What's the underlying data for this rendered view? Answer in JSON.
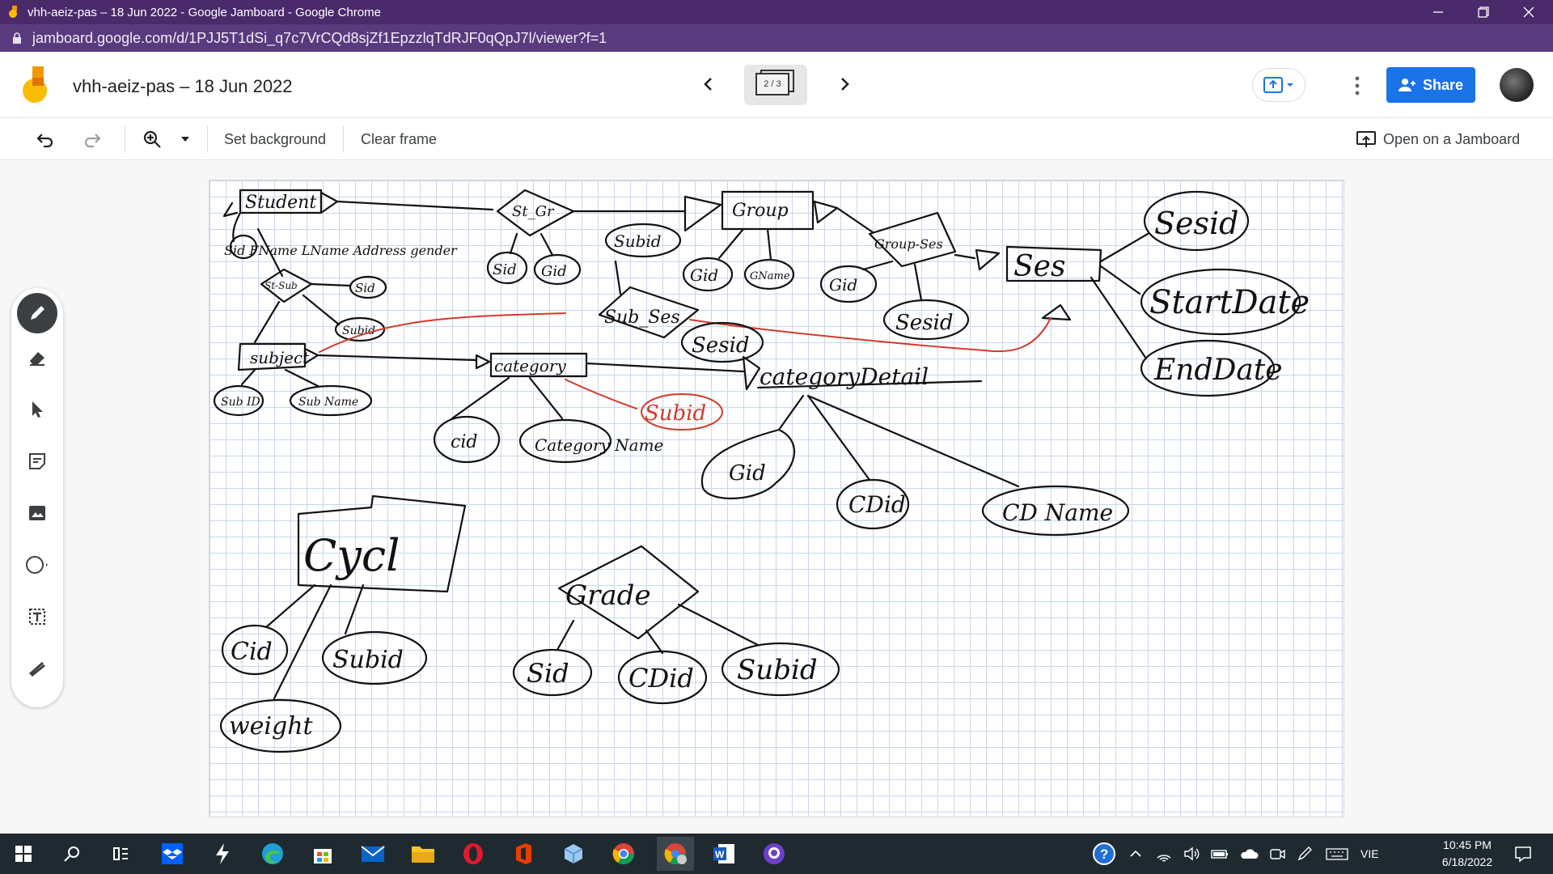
{
  "browser": {
    "window_title": "vhh-aeiz-pas – 18 Jun 2022 - Google Jamboard - Google Chrome",
    "url": "jamboard.google.com/d/1PJJ5T1dSi_q7c7VrCQd8sjZf1EpzzlqTdRJF0qQpJ7l/viewer?f=1"
  },
  "header": {
    "doc_title": "vhh-aeiz-pas – 18 Jun 2022",
    "frame_indicator": "2 / 3",
    "share_label": "Share"
  },
  "toolbar": {
    "set_background": "Set background",
    "clear_frame": "Clear frame",
    "open_on_jamboard": "Open on a Jamboard"
  },
  "board": {
    "handwriting": {
      "student": "Student",
      "student_attrs": "Sid FName LName Address gender",
      "st_sub": "St-Sub",
      "sid_a": "Sid",
      "subid_a": "Subid",
      "subject": "subject",
      "sub_id": "Sub ID",
      "sub_name": "Sub Name",
      "st_gr": "St_Gr",
      "sid_b": "Sid",
      "gid_a": "Gid",
      "subid_b": "Subid",
      "group": "Group",
      "gid_b": "Gid",
      "gname": "GName",
      "group_ses": "Group-Ses",
      "gid_c": "Gid",
      "sesid_a": "Sesid",
      "ses": "Ses",
      "sesid_b": "Sesid",
      "start_date": "StartDate",
      "end_date": "EndDate",
      "sub_ses": "Sub_Ses",
      "sesid_c": "Sesid",
      "category": "category",
      "cid": "cid",
      "category_name": "Category Name",
      "subid_red": "Subid",
      "category_detail": "categoryDetail",
      "gid_d": "Gid",
      "cdid": "CDid",
      "cd_name": "CD Name",
      "cycle": "Cycl",
      "cid_b": "Cid",
      "subid_c": "Subid",
      "weight": "weight",
      "grade": "Grade",
      "sid_c": "Sid",
      "cdid_b": "CDid",
      "subid_d": "Subid"
    }
  },
  "taskbar": {
    "language": "VIE",
    "time": "10:45 PM",
    "date": "6/18/2022"
  },
  "colors": {
    "titlebar": "#4a2a6b",
    "urlbar": "#5a3a7e",
    "share": "#1a73e8",
    "red_ink": "#d23a2a",
    "grid": "#c9d7ea"
  }
}
